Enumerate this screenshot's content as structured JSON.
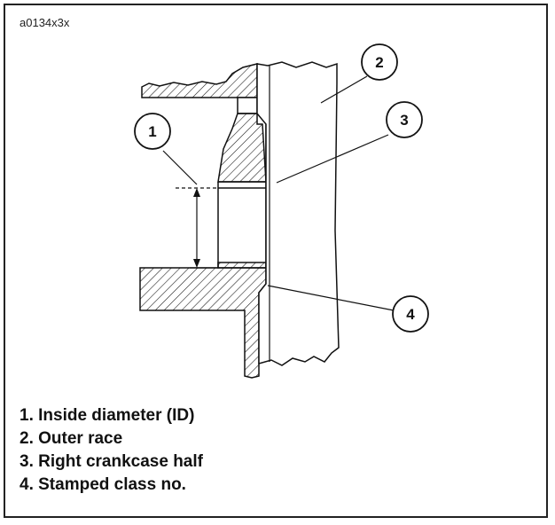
{
  "figure_id": "a0134x3x",
  "callouts": [
    {
      "number": "1"
    },
    {
      "number": "2"
    },
    {
      "number": "3"
    },
    {
      "number": "4"
    }
  ],
  "legend": [
    {
      "text": "1. Inside diameter (ID)"
    },
    {
      "text": "2. Outer race"
    },
    {
      "text": "3. Right crankcase half"
    },
    {
      "text": "4. Stamped class no."
    }
  ]
}
